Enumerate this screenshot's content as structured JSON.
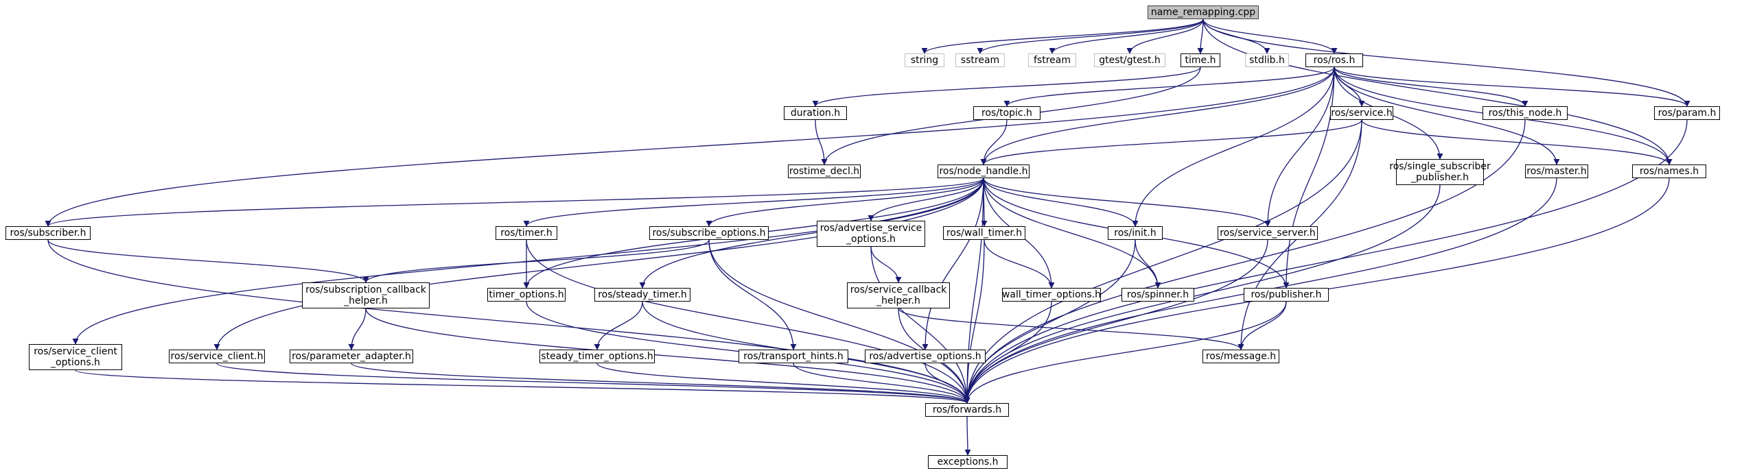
{
  "colors": {
    "edge": "#191970",
    "border": "#000000",
    "root_fill": "#bfbfbf",
    "external_border": "#bfbfbf"
  },
  "nodes": [
    {
      "id": "root",
      "label": "name_remapping.cpp",
      "kind": "root"
    },
    {
      "id": "string",
      "label": "string",
      "kind": "external"
    },
    {
      "id": "sstream",
      "label": "sstream",
      "kind": "external"
    },
    {
      "id": "fstream",
      "label": "fstream",
      "kind": "external"
    },
    {
      "id": "gtest",
      "label": "gtest/gtest.h",
      "kind": "external"
    },
    {
      "id": "time",
      "label": "time.h",
      "kind": "file"
    },
    {
      "id": "stdlib",
      "label": "stdlib.h",
      "kind": "external"
    },
    {
      "id": "ros",
      "label": "ros/ros.h",
      "kind": "file"
    },
    {
      "id": "param",
      "label": "ros/param.h",
      "kind": "file"
    },
    {
      "id": "duration",
      "label": "duration.h",
      "kind": "file"
    },
    {
      "id": "topic",
      "label": "ros/topic.h",
      "kind": "file"
    },
    {
      "id": "service",
      "label": "ros/service.h",
      "kind": "file"
    },
    {
      "id": "this_node",
      "label": "ros/this_node.h",
      "kind": "file"
    },
    {
      "id": "rostime_decl",
      "label": "rostime_decl.h",
      "kind": "file"
    },
    {
      "id": "node_handle",
      "label": "ros/node_handle.h",
      "kind": "file"
    },
    {
      "id": "single_sub",
      "label": "ros/single_subscriber\n_publisher.h",
      "kind": "file"
    },
    {
      "id": "master",
      "label": "ros/master.h",
      "kind": "file"
    },
    {
      "id": "names",
      "label": "ros/names.h",
      "kind": "file"
    },
    {
      "id": "subscriber",
      "label": "ros/subscriber.h",
      "kind": "file"
    },
    {
      "id": "timer",
      "label": "ros/timer.h",
      "kind": "file"
    },
    {
      "id": "subscribe_options",
      "label": "ros/subscribe_options.h",
      "kind": "file"
    },
    {
      "id": "advertise_service_options",
      "label": "ros/advertise_service\n_options.h",
      "kind": "file"
    },
    {
      "id": "wall_timer",
      "label": "ros/wall_timer.h",
      "kind": "file"
    },
    {
      "id": "init",
      "label": "ros/init.h",
      "kind": "file"
    },
    {
      "id": "service_server",
      "label": "ros/service_server.h",
      "kind": "file"
    },
    {
      "id": "subscription_callback_helper",
      "label": "ros/subscription_callback\n_helper.h",
      "kind": "file"
    },
    {
      "id": "timer_options",
      "label": "timer_options.h",
      "kind": "file"
    },
    {
      "id": "steady_timer",
      "label": "ros/steady_timer.h",
      "kind": "file"
    },
    {
      "id": "service_callback_helper",
      "label": "ros/service_callback\n_helper.h",
      "kind": "file"
    },
    {
      "id": "wall_timer_options",
      "label": "wall_timer_options.h",
      "kind": "file"
    },
    {
      "id": "spinner",
      "label": "ros/spinner.h",
      "kind": "file"
    },
    {
      "id": "publisher",
      "label": "ros/publisher.h",
      "kind": "file"
    },
    {
      "id": "service_client_options",
      "label": "ros/service_client\n_options.h",
      "kind": "file"
    },
    {
      "id": "service_client",
      "label": "ros/service_client.h",
      "kind": "file"
    },
    {
      "id": "parameter_adapter",
      "label": "ros/parameter_adapter.h",
      "kind": "file"
    },
    {
      "id": "steady_timer_options",
      "label": "steady_timer_options.h",
      "kind": "file"
    },
    {
      "id": "transport_hints",
      "label": "ros/transport_hints.h",
      "kind": "file"
    },
    {
      "id": "advertise_options",
      "label": "ros/advertise_options.h",
      "kind": "file"
    },
    {
      "id": "message",
      "label": "ros/message.h",
      "kind": "file"
    },
    {
      "id": "forwards",
      "label": "ros/forwards.h",
      "kind": "file"
    },
    {
      "id": "exceptions",
      "label": "exceptions.h",
      "kind": "file"
    }
  ],
  "edges": [
    [
      "root",
      "string"
    ],
    [
      "root",
      "sstream"
    ],
    [
      "root",
      "fstream"
    ],
    [
      "root",
      "gtest"
    ],
    [
      "root",
      "time"
    ],
    [
      "root",
      "stdlib"
    ],
    [
      "root",
      "ros"
    ],
    [
      "root",
      "param"
    ],
    [
      "root",
      "names"
    ],
    [
      "time",
      "duration"
    ],
    [
      "time",
      "rostime_decl"
    ],
    [
      "duration",
      "rostime_decl"
    ],
    [
      "ros",
      "topic"
    ],
    [
      "ros",
      "service"
    ],
    [
      "ros",
      "this_node"
    ],
    [
      "ros",
      "param"
    ],
    [
      "ros",
      "names"
    ],
    [
      "ros",
      "node_handle"
    ],
    [
      "ros",
      "single_sub"
    ],
    [
      "ros",
      "master"
    ],
    [
      "ros",
      "init"
    ],
    [
      "ros",
      "service_server"
    ],
    [
      "ros",
      "publisher"
    ],
    [
      "ros",
      "subscriber"
    ],
    [
      "topic",
      "node_handle"
    ],
    [
      "service",
      "node_handle"
    ],
    [
      "service",
      "names"
    ],
    [
      "service",
      "message"
    ],
    [
      "service",
      "forwards"
    ],
    [
      "node_handle",
      "subscriber"
    ],
    [
      "node_handle",
      "timer"
    ],
    [
      "node_handle",
      "subscribe_options"
    ],
    [
      "node_handle",
      "advertise_service_options"
    ],
    [
      "node_handle",
      "wall_timer"
    ],
    [
      "node_handle",
      "init"
    ],
    [
      "node_handle",
      "service_server"
    ],
    [
      "node_handle",
      "publisher"
    ],
    [
      "node_handle",
      "service_client_options"
    ],
    [
      "node_handle",
      "service_client"
    ],
    [
      "node_handle",
      "timer_options"
    ],
    [
      "node_handle",
      "steady_timer"
    ],
    [
      "node_handle",
      "wall_timer_options"
    ],
    [
      "node_handle",
      "spinner"
    ],
    [
      "node_handle",
      "advertise_options"
    ],
    [
      "node_handle",
      "forwards"
    ],
    [
      "subscriber",
      "subscription_callback_helper"
    ],
    [
      "subscriber",
      "forwards"
    ],
    [
      "timer",
      "timer_options"
    ],
    [
      "timer",
      "forwards"
    ],
    [
      "subscribe_options",
      "subscription_callback_helper"
    ],
    [
      "subscribe_options",
      "transport_hints"
    ],
    [
      "subscribe_options",
      "forwards"
    ],
    [
      "advertise_service_options",
      "service_callback_helper"
    ],
    [
      "advertise_service_options",
      "forwards"
    ],
    [
      "wall_timer",
      "wall_timer_options"
    ],
    [
      "wall_timer",
      "forwards"
    ],
    [
      "init",
      "spinner"
    ],
    [
      "init",
      "forwards"
    ],
    [
      "service_server",
      "forwards"
    ],
    [
      "single_sub",
      "forwards"
    ],
    [
      "master",
      "forwards"
    ],
    [
      "names",
      "forwards"
    ],
    [
      "this_node",
      "forwards"
    ],
    [
      "param",
      "forwards"
    ],
    [
      "subscription_callback_helper",
      "parameter_adapter"
    ],
    [
      "subscription_callback_helper",
      "forwards"
    ],
    [
      "timer_options",
      "forwards"
    ],
    [
      "steady_timer",
      "steady_timer_options"
    ],
    [
      "steady_timer",
      "forwards"
    ],
    [
      "service_callback_helper",
      "message"
    ],
    [
      "service_callback_helper",
      "forwards"
    ],
    [
      "wall_timer_options",
      "forwards"
    ],
    [
      "publisher",
      "message"
    ],
    [
      "publisher",
      "forwards"
    ],
    [
      "service_client_options",
      "forwards"
    ],
    [
      "service_client",
      "forwards"
    ],
    [
      "parameter_adapter",
      "forwards"
    ],
    [
      "steady_timer_options",
      "forwards"
    ],
    [
      "transport_hints",
      "forwards"
    ],
    [
      "advertise_options",
      "forwards"
    ],
    [
      "forwards",
      "exceptions"
    ]
  ]
}
